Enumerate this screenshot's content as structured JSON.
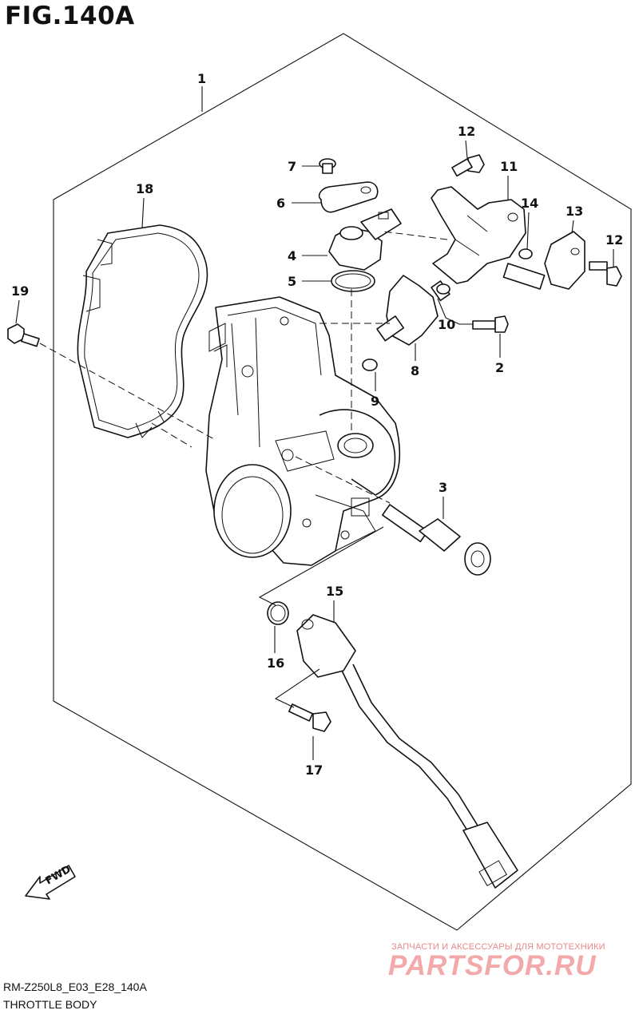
{
  "figure": {
    "title": "FIG.140A",
    "model_code": "RM-Z250L8_E03_E28_140A",
    "subtitle": "THROTTLE BODY",
    "direction_label": "FWD"
  },
  "callouts": [
    {
      "id": "c1",
      "label": "1"
    },
    {
      "id": "c2",
      "label": "2"
    },
    {
      "id": "c3",
      "label": "3"
    },
    {
      "id": "c4",
      "label": "4"
    },
    {
      "id": "c5",
      "label": "5"
    },
    {
      "id": "c6",
      "label": "6"
    },
    {
      "id": "c7",
      "label": "7"
    },
    {
      "id": "c8",
      "label": "8"
    },
    {
      "id": "c9",
      "label": "9"
    },
    {
      "id": "c10",
      "label": "10"
    },
    {
      "id": "c11",
      "label": "11"
    },
    {
      "id": "c12a",
      "label": "12"
    },
    {
      "id": "c12b",
      "label": "12"
    },
    {
      "id": "c13",
      "label": "13"
    },
    {
      "id": "c14",
      "label": "14"
    },
    {
      "id": "c15",
      "label": "15"
    },
    {
      "id": "c16",
      "label": "16"
    },
    {
      "id": "c17",
      "label": "17"
    },
    {
      "id": "c18",
      "label": "18"
    },
    {
      "id": "c19",
      "label": "19"
    }
  ],
  "watermark": {
    "tagline": "ЗАПЧАСТИ И АКСЕССУАРЫ ДЛЯ МОТОТЕХНИКИ",
    "brand": "PARTSFOR.RU"
  }
}
